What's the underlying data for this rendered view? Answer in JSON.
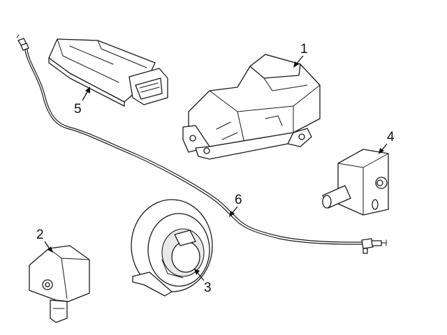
{
  "callouts": [
    {
      "id": "1",
      "label": "1"
    },
    {
      "id": "2",
      "label": "2"
    },
    {
      "id": "3",
      "label": "3"
    },
    {
      "id": "4",
      "label": "4"
    },
    {
      "id": "5",
      "label": "5"
    },
    {
      "id": "6",
      "label": "6"
    }
  ],
  "colors": {
    "line": "#1a1a1a",
    "background": "#ffffff",
    "shade": "#e9e9e9"
  }
}
